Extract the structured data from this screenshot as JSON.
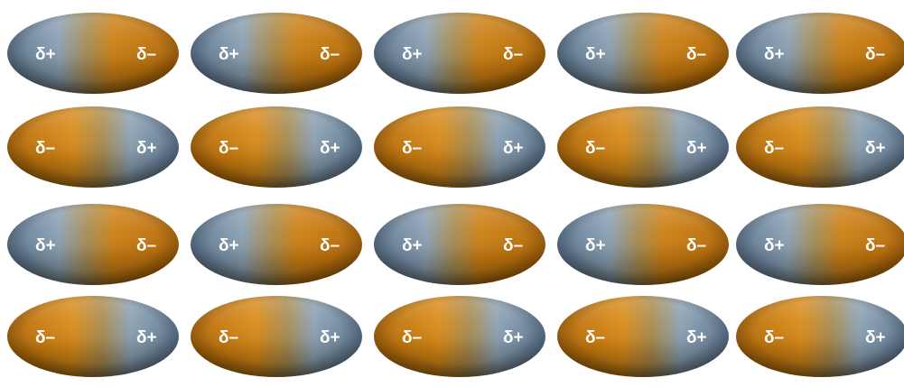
{
  "labels": {
    "positive": "δ+",
    "negative": "δ–"
  },
  "colors": {
    "positive_region": "#5f7a93",
    "positive_region_light": "#8fa6b8",
    "negative_region": "#c9780a",
    "negative_region_light": "#e39a24",
    "shadow_blue": "#3e5568",
    "shadow_orange": "#7a4604",
    "label": "#ffffff",
    "background": "#ffffff"
  },
  "dipole_grid": {
    "rows": 4,
    "columns": 5,
    "row_orientation": [
      "positive-left",
      "negative-left",
      "positive-left",
      "negative-left"
    ]
  }
}
